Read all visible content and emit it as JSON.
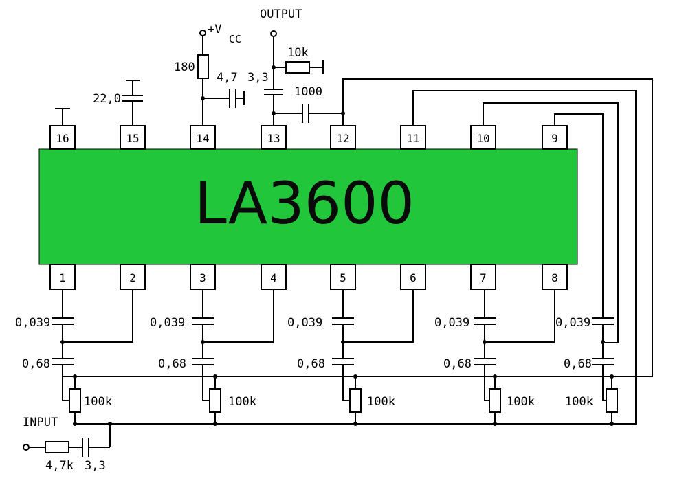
{
  "chip": {
    "name": "LA3600",
    "color": "#22c63a",
    "pins_top": [
      "16",
      "15",
      "14",
      "13",
      "12",
      "11",
      "10",
      "9"
    ],
    "pins_bottom": [
      "1",
      "2",
      "3",
      "4",
      "5",
      "6",
      "7",
      "8"
    ]
  },
  "labels": {
    "vcc_plus_v": "+V",
    "vcc_sub": "CC",
    "output": "OUTPUT",
    "input": "INPUT",
    "r_180": "180",
    "c_4_7": "4,7",
    "c_3_3_out": "3,3",
    "c_1000": "1000",
    "r_10k": "10k",
    "c_22": "22,0",
    "c_0_039": "0,039",
    "c_0_68": "0,68",
    "r_100k": "100k",
    "r_4_7k": "4,7k",
    "c_3_3_in": "3,3"
  }
}
